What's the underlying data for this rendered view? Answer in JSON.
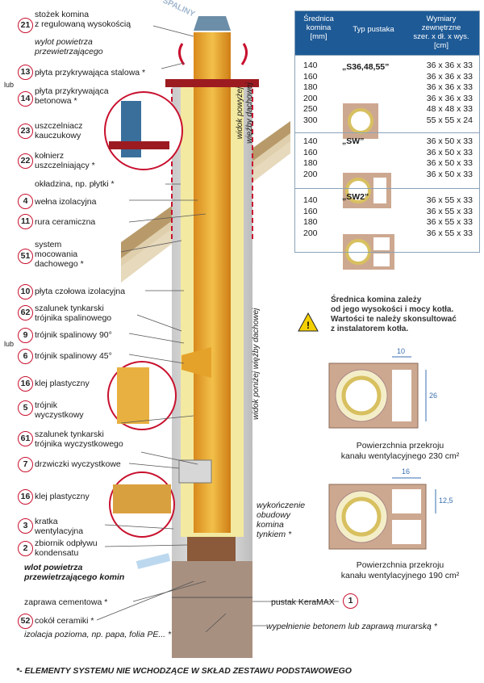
{
  "brand_color": "#1e5a96",
  "accent_red": "#c8102e",
  "exhaust_word": "SPALINY",
  "labels": [
    {
      "num": "21",
      "text": "stożek komina\nz regulowaną wysokością"
    },
    {
      "num": "",
      "text": "wylot powietrza\nprzewietrzającego"
    },
    {
      "num": "13",
      "text": "płyta przykrywająca stalowa *"
    },
    {
      "num": "14",
      "text": "płyta przykrywająca\nbetonowa *"
    },
    {
      "num": "23",
      "text": "uszczelniacz\nkauczukowy"
    },
    {
      "num": "22",
      "text": "kołnierz\nuszczelniający *"
    },
    {
      "num": "",
      "text": "okładzina, np. płytki *"
    },
    {
      "num": "4",
      "text": "wełna izolacyjna"
    },
    {
      "num": "11",
      "text": "rura ceramiczna"
    },
    {
      "num": "51",
      "text": "system\nmocowania\ndachowego *"
    },
    {
      "num": "10",
      "text": "płyta czołowa izolacyjna"
    },
    {
      "num": "62",
      "text": "szalunek tynkarski\ntrójnika spalinowego"
    },
    {
      "num": "9",
      "text": "trójnik spalinowy 90°"
    },
    {
      "num": "6",
      "text": "trójnik spalinowy 45°"
    },
    {
      "num": "16",
      "text": "klej plastyczny"
    },
    {
      "num": "5",
      "text": "trójnik\nwyczystkowy"
    },
    {
      "num": "61",
      "text": "szalunek tynkarski\ntrójnika wyczystkowego"
    },
    {
      "num": "7",
      "text": "drzwiczki wyczystkowe"
    },
    {
      "num": "16",
      "text": "klej plastyczny"
    },
    {
      "num": "3",
      "text": "kratka\nwentylacyjna"
    },
    {
      "num": "2",
      "text": "zbiornik odpływu\nkondensatu"
    },
    {
      "num": "",
      "text": "wlot powietrza\nprzewietrzającego komin"
    },
    {
      "num": "",
      "text": "zaprawa cementowa *"
    },
    {
      "num": "52",
      "text": "cokół ceramiki *"
    },
    {
      "num": "",
      "text": "izolacja pozioma, np. papa, folia PE... *"
    }
  ],
  "lub1": "lub",
  "lub2": "lub",
  "side_above": "widok powyżej\nwięźby dachowej",
  "side_below": "widok poniżej więźby dachowej",
  "right_notes": {
    "finish": "wykończenie\nobudowy\nkomina\ntynkiem *",
    "block_num": "1",
    "block": "pustak KeraMAX",
    "fill": "wypełnienie betonem lub zaprawą murarską *"
  },
  "table": {
    "headers": [
      "Średnica\nkomina\n[mm]",
      "Typ pustaka",
      "Wymiary\nzewnętrzne\nszer. x dł. x wys.\n[cm]"
    ],
    "rows": [
      {
        "diam": "140\n160\n180\n200\n250\n300",
        "type": "„S36,48,55”",
        "dims": "36 x 36 x 33\n36 x 36 x 33\n36 x 36 x 33\n36 x 36 x 33\n48 x 48 x 33\n55 x 55 x 24"
      },
      {
        "diam": "140\n160\n180\n200",
        "type": "„SW”",
        "dims": "36 x 50 x 33\n36 x 50 x 33\n36 x 50 x 33\n36 x 50 x 33"
      },
      {
        "diam": "140\n160\n180\n200",
        "type": "„SW2”",
        "dims": "36 x 55 x 33\n36 x 55 x 33\n36 x 55 x 33\n36 x 55 x 33"
      }
    ]
  },
  "warning": "Średnica komina zależy\nod jego wysokości i mocy kotła.\nWartości te należy skonsultować\nz  instalatorem kotła.",
  "fig1": {
    "dim_w": "10",
    "dim_h": "26",
    "caption": "Powierzchnia przekroju\nkanału wentylacyjnego 230 cm²"
  },
  "fig2": {
    "dim_w": "16",
    "dim_h": "12,5",
    "caption": "Powierzchnia przekroju\nkanału wentylacyjnego 190 cm²"
  },
  "footnote": "*- ELEMENTY SYSTEMU NIE WCHODZĄCE W SKŁAD ZESTAWU PODSTAWOWEGO"
}
